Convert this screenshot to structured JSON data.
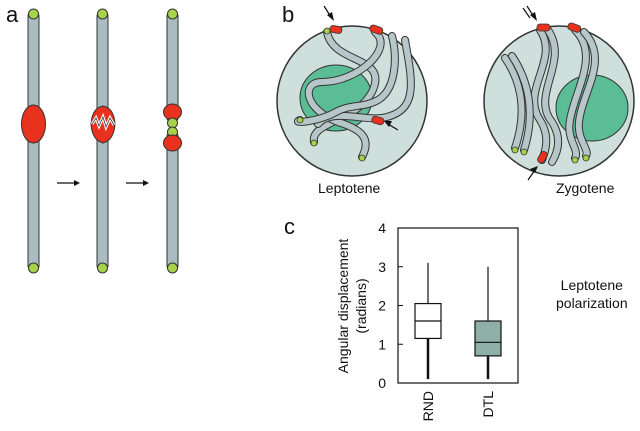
{
  "panels": {
    "a": {
      "letter": "a"
    },
    "b": {
      "letter": "b",
      "nucleus_left_label": "Leptotene",
      "nucleus_right_label": "Zygotene"
    },
    "c": {
      "letter": "c"
    }
  },
  "colors": {
    "chromosome": "#a9bcc0",
    "centromere": "#e8321e",
    "telomere": "#a7d34b",
    "nucleus_fill": "#cfe0dc",
    "nucleolus": "#5bbd96",
    "dtl_box": "#8fb0a8"
  },
  "chart_data": {
    "type": "boxplot",
    "ylabel": "Angular displacement\n(radians)",
    "ylabel_lines": [
      "Angular displacement",
      "(radians)"
    ],
    "ylim": [
      0,
      4
    ],
    "yticks": [
      0,
      1,
      2,
      3,
      4
    ],
    "ytick_labels": [
      "0",
      "1",
      "2",
      "3",
      "4"
    ],
    "categories": [
      "RND",
      "DTL"
    ],
    "boxes": [
      {
        "name": "RND",
        "min": 0.1,
        "q1": 1.15,
        "median": 1.6,
        "q3": 2.05,
        "max": 3.1,
        "fill": "#ffffff"
      },
      {
        "name": "DTL",
        "min": 0.1,
        "q1": 0.7,
        "median": 1.05,
        "q3": 1.6,
        "max": 3.0,
        "fill": "#8fb0a8"
      }
    ],
    "side_label_lines": [
      "Leptotene",
      "polarization"
    ]
  }
}
